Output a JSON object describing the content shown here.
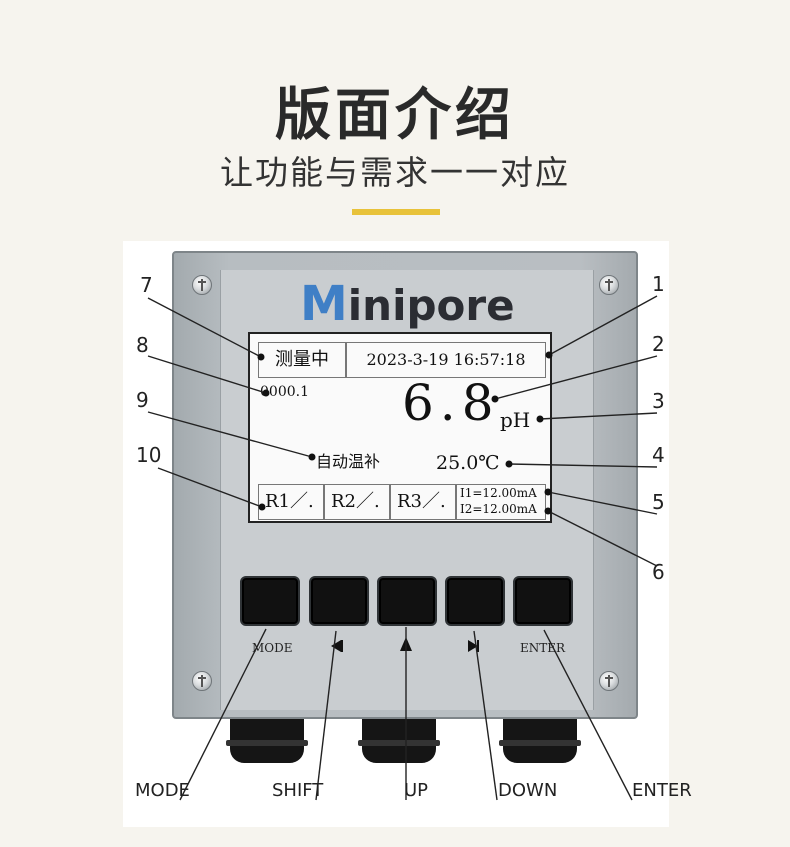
{
  "header": {
    "title": "版面介绍",
    "subtitle": "让功能与需求一一对应",
    "accent_color": "#e8c23a"
  },
  "device": {
    "brand_first": "M",
    "brand_rest": "inipore",
    "brand_color": "#3f7fc6",
    "screen": {
      "status": "测量中",
      "datetime": "2023-3-19  16:57:18",
      "counter": "0000.1",
      "ph_value": "6.8",
      "ph_unit": "pH",
      "temp_mode": "自动温补",
      "temperature": "25.0℃",
      "relays": [
        {
          "label": "R1",
          "state": "／."
        },
        {
          "label": "R2",
          "state": "／."
        },
        {
          "label": "R3",
          "state": "／."
        }
      ],
      "current1": "I1=12.00mA",
      "current2": "I2=12.00mA"
    },
    "keys": {
      "mode_label": "MODE",
      "enter_label": "ENTER"
    }
  },
  "callouts": {
    "n1": "1",
    "n2": "2",
    "n3": "3",
    "n4": "4",
    "n5": "5",
    "n6": "6",
    "n7": "7",
    "n8": "8",
    "n9": "9",
    "n10": "10"
  },
  "buttons_legend": {
    "mode": "MODE",
    "shift": "SHIFT",
    "up": "UP",
    "down": "DOWN",
    "enter": "ENTER"
  }
}
